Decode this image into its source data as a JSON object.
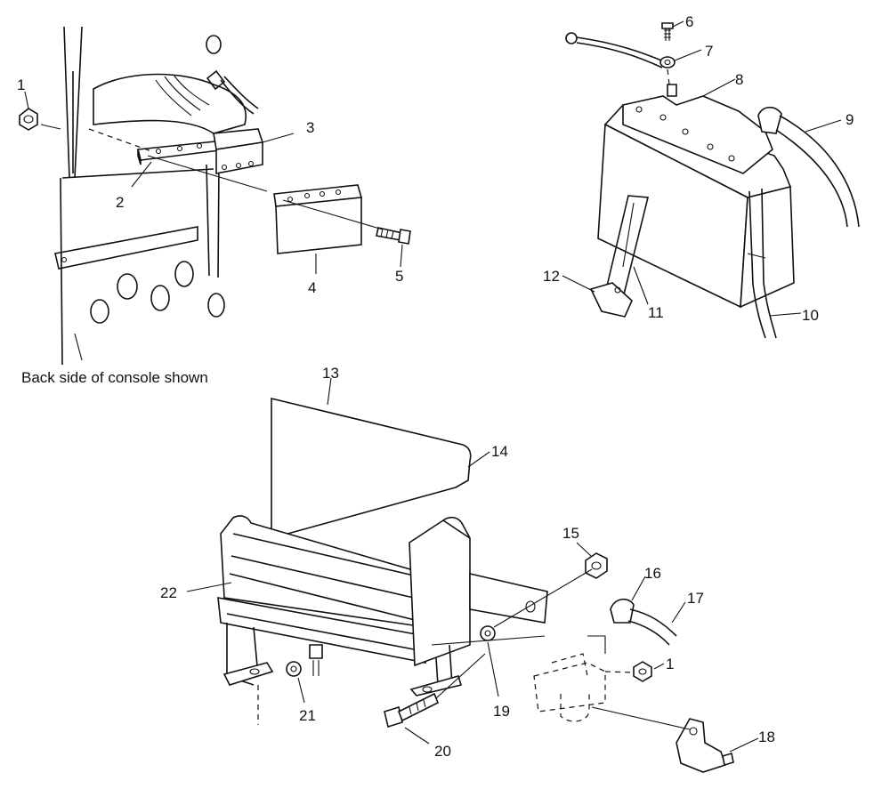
{
  "caption": "Back side of console shown",
  "callouts": [
    {
      "id": "c1a",
      "text": "1"
    },
    {
      "id": "c2",
      "text": "2"
    },
    {
      "id": "c3",
      "text": "3"
    },
    {
      "id": "c4",
      "text": "4"
    },
    {
      "id": "c5",
      "text": "5"
    },
    {
      "id": "c6",
      "text": "6"
    },
    {
      "id": "c7",
      "text": "7"
    },
    {
      "id": "c8",
      "text": "8"
    },
    {
      "id": "c9",
      "text": "9"
    },
    {
      "id": "c10",
      "text": "10"
    },
    {
      "id": "c11",
      "text": "11"
    },
    {
      "id": "c12",
      "text": "12"
    },
    {
      "id": "c13",
      "text": "13"
    },
    {
      "id": "c14",
      "text": "14"
    },
    {
      "id": "c15",
      "text": "15"
    },
    {
      "id": "c16",
      "text": "16"
    },
    {
      "id": "c17",
      "text": "17"
    },
    {
      "id": "c1b",
      "text": "1"
    },
    {
      "id": "c18",
      "text": "18"
    },
    {
      "id": "c19",
      "text": "19"
    },
    {
      "id": "c20",
      "text": "20"
    },
    {
      "id": "c21",
      "text": "21"
    },
    {
      "id": "c22",
      "text": "22"
    }
  ]
}
